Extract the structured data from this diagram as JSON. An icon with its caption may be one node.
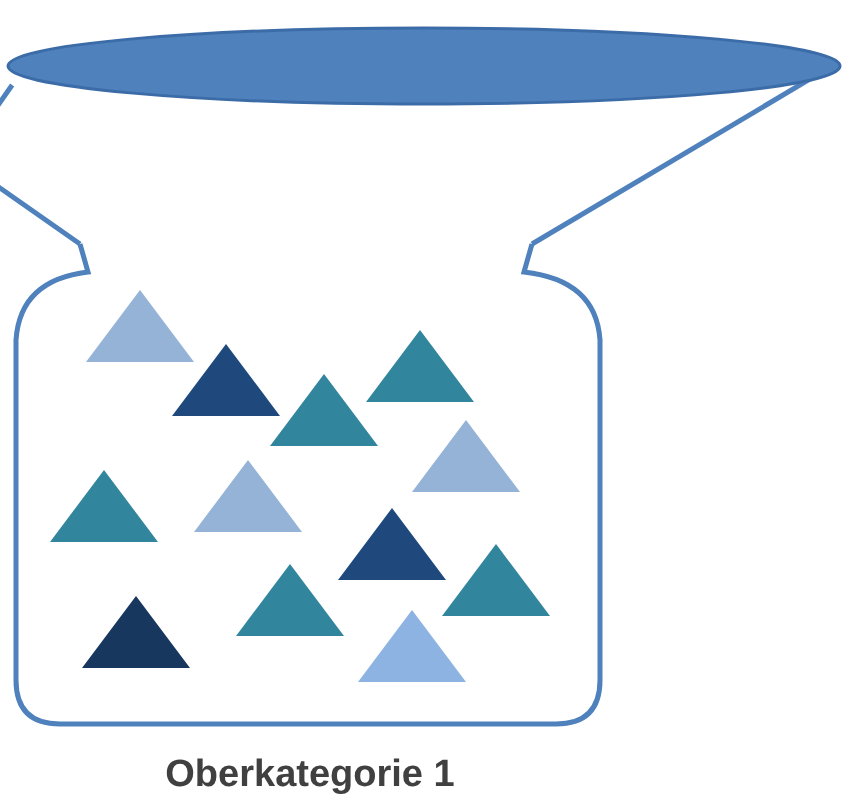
{
  "diagram": {
    "nodes": [
      {
        "text": [],
        "shape": "ellipse"
      },
      {
        "text": [
          "Oberkategorie 1"
        ]
      }
    ],
    "edges": [
      {
        "from": 0,
        "to": 1,
        "arrow": "none"
      },
      {
        "from": 0,
        "to": 1,
        "arrow": "none"
      }
    ]
  }
}
